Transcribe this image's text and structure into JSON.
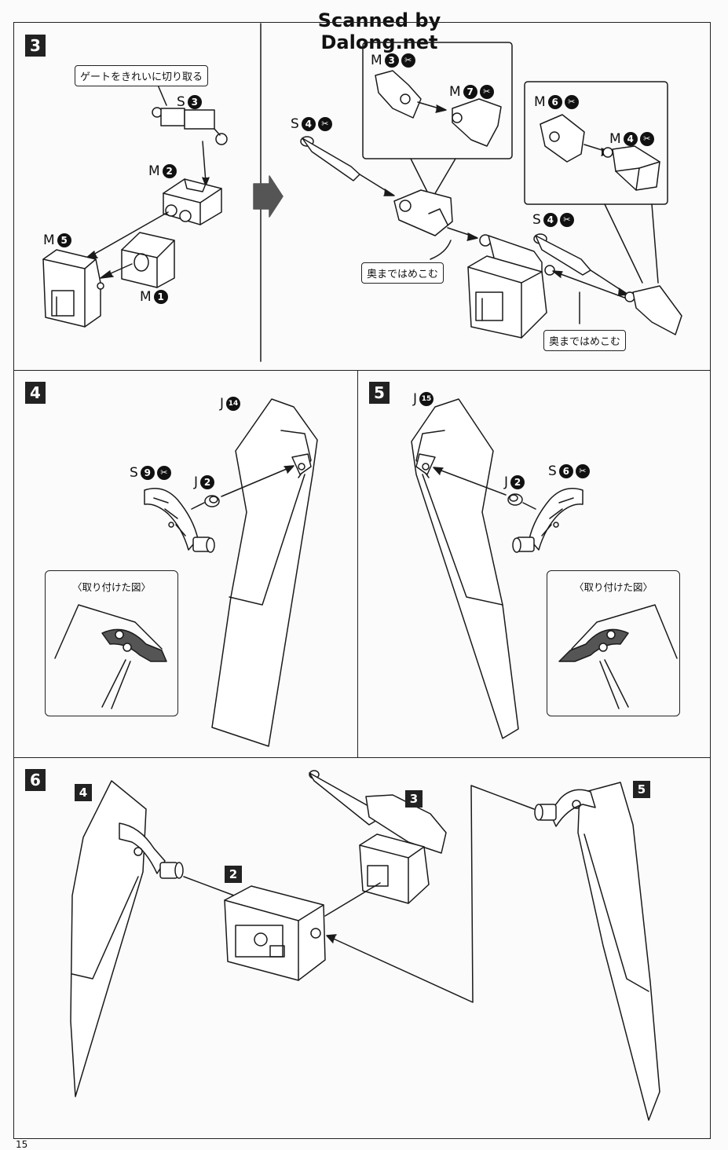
{
  "watermark": "Scanned by Dalong.net",
  "page_number": "15",
  "steps": {
    "step3": {
      "number": "3",
      "gate_note": "ゲートをきれいに切り取る",
      "note_left": "奥まではめこむ",
      "note_right": "奥まではめこむ",
      "parts": {
        "s3": {
          "letter": "S",
          "num": "3"
        },
        "m2": {
          "letter": "M",
          "num": "2"
        },
        "m5": {
          "letter": "M",
          "num": "5"
        },
        "m1": {
          "letter": "M",
          "num": "1"
        },
        "s4a": {
          "letter": "S",
          "num": "4"
        },
        "m3": {
          "letter": "M",
          "num": "3"
        },
        "m7": {
          "letter": "M",
          "num": "7"
        },
        "m6": {
          "letter": "M",
          "num": "6"
        },
        "m4": {
          "letter": "M",
          "num": "4"
        },
        "s4b": {
          "letter": "S",
          "num": "4"
        }
      }
    },
    "step4": {
      "number": "4",
      "inset_caption": "〈取り付けた図〉",
      "parts": {
        "j14": {
          "letter": "J",
          "num": "14"
        },
        "s9": {
          "letter": "S",
          "num": "9"
        },
        "j2": {
          "letter": "J",
          "num": "2"
        }
      }
    },
    "step5": {
      "number": "5",
      "inset_caption": "〈取り付けた図〉",
      "parts": {
        "j15": {
          "letter": "J",
          "num": "15"
        },
        "j2": {
          "letter": "J",
          "num": "2"
        },
        "s6": {
          "letter": "S",
          "num": "6"
        }
      }
    },
    "step6": {
      "number": "6",
      "sub_labels": {
        "a": "4",
        "b": "2",
        "c": "3",
        "d": "5"
      }
    }
  },
  "icons": {
    "cut": "nipper-cut-icon",
    "transition": "arrow-right-icon"
  },
  "colors": {
    "ink": "#111111",
    "paper": "#fbfbfb",
    "fill_dark": "#3a3a3a"
  }
}
